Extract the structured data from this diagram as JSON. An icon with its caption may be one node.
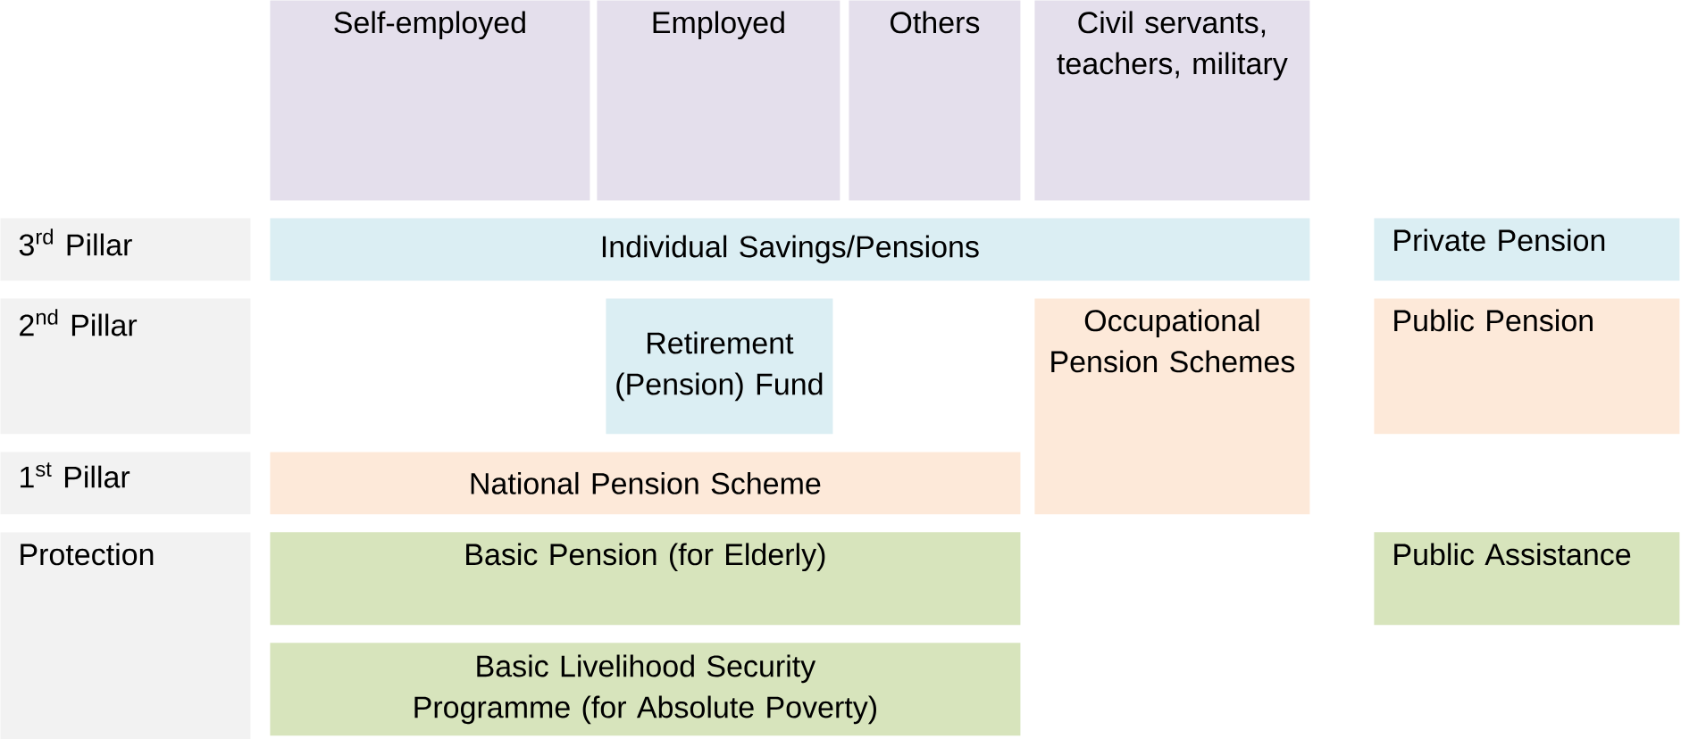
{
  "diagram": {
    "nodes": [
      {
        "text": [
          "Self-employed"
        ]
      },
      {
        "text": [
          "Employed"
        ]
      },
      {
        "text": [
          "Others"
        ]
      },
      {
        "text": [
          "Civil servants, teachers, military"
        ]
      },
      {
        "text": [
          "3$^{rd}$ Pillar"
        ]
      },
      {
        "text": [
          "Individual Savings/Pensions"
        ]
      },
      {
        "text": [
          "Private Pension"
        ]
      },
      {
        "text": [
          "2$^{nd}$ Pillar"
        ]
      },
      {
        "text": [
          "Retirement (Pension) Fund"
        ]
      },
      {
        "text": [
          "Occupational Pension Schemes"
        ]
      },
      {
        "text": [
          "Public Pension"
        ]
      },
      {
        "text": [
          "1$^{st}$ Pillar"
        ]
      },
      {
        "text": [
          "National Pension Scheme"
        ]
      },
      {
        "text": [
          "Protection"
        ]
      },
      {
        "text": [
          "Basic Pension (for Elderly)"
        ]
      },
      {
        "text": [
          "Public Assistance"
        ]
      },
      {
        "text": [
          "Basic Livelihood Security Programme (for Absolute Poverty)"
        ]
      }
    ]
  }
}
